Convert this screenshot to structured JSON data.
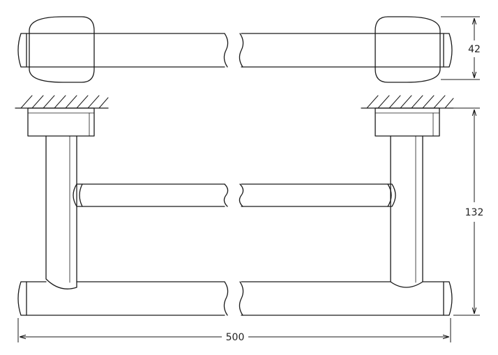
{
  "dimensions": {
    "height_top": "42",
    "depth_side": "132",
    "width_total": "500"
  },
  "colors": {
    "line": "#1a1a1a",
    "background": "#ffffff"
  }
}
